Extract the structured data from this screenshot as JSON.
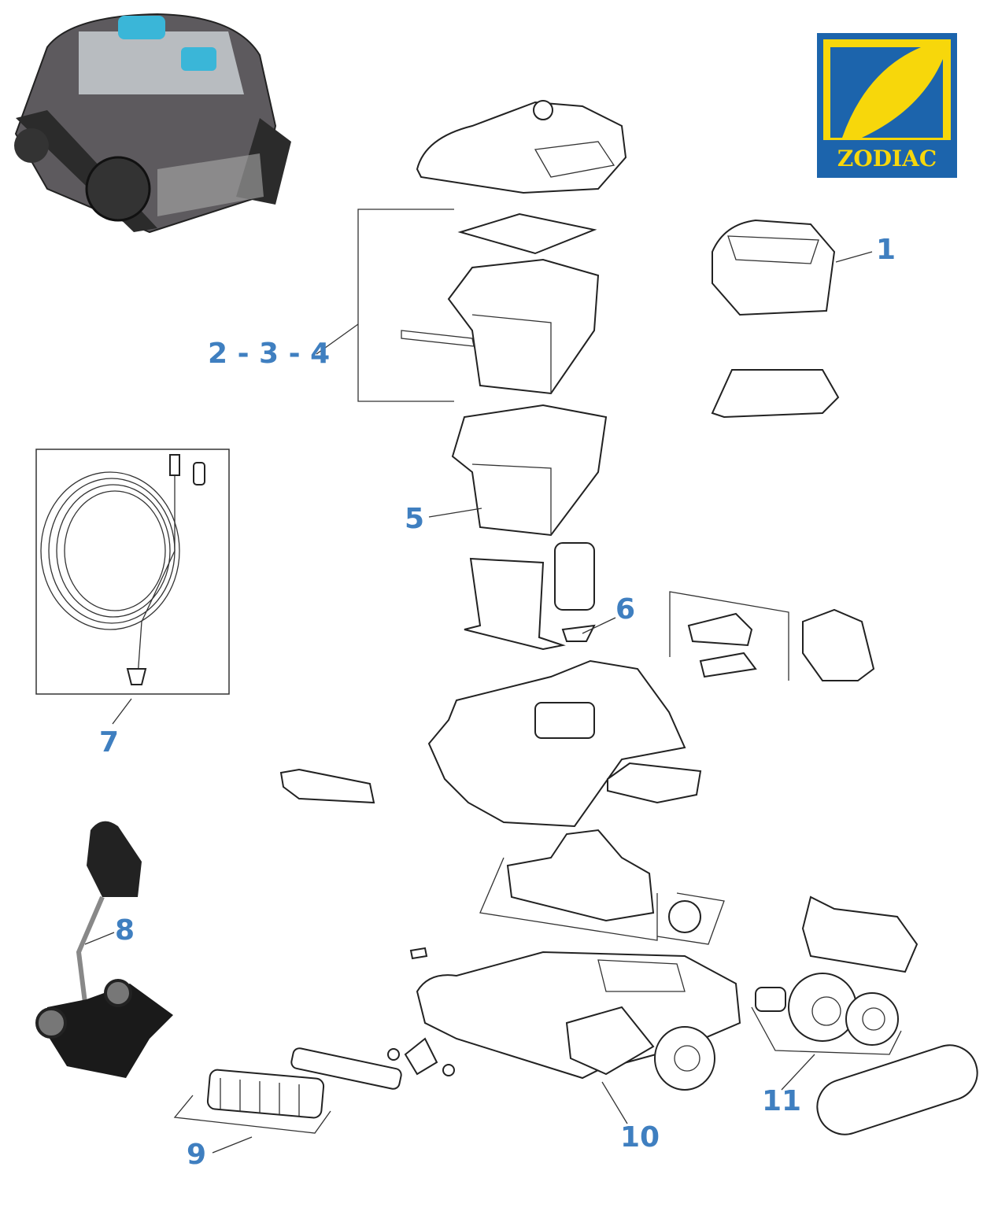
{
  "brand": {
    "name": "ZODIAC",
    "blue": "#1c64ac",
    "yellow": "#f7d70b"
  },
  "label_color": "#3f7fc0",
  "callouts": [
    {
      "id": "1",
      "text": "1"
    },
    {
      "id": "2-3-4",
      "text": "2 - 3 - 4"
    },
    {
      "id": "5",
      "text": "5"
    },
    {
      "id": "6",
      "text": "6"
    },
    {
      "id": "7",
      "text": "7"
    },
    {
      "id": "8",
      "text": "8"
    },
    {
      "id": "9",
      "text": "9"
    },
    {
      "id": "10",
      "text": "10"
    },
    {
      "id": "11",
      "text": "11"
    }
  ]
}
